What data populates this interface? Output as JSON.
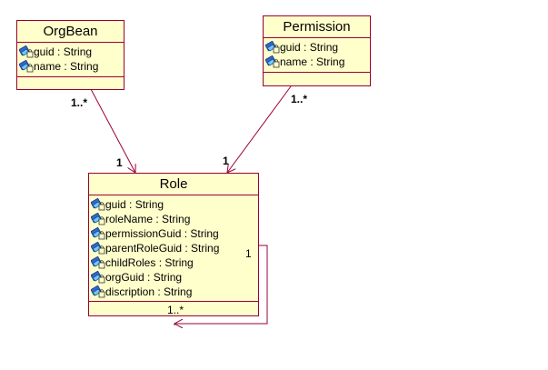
{
  "classes": {
    "orgbean": {
      "name": "OrgBean",
      "attributes": [
        "guid : String",
        "name : String"
      ]
    },
    "permission": {
      "name": "Permission",
      "attributes": [
        "guid : String",
        "name : String"
      ]
    },
    "role": {
      "name": "Role",
      "attributes": [
        "guid : String",
        "roleName : String",
        "permissionGuid : String",
        "parentRoleGuid : String",
        "childRoles : String",
        "orgGuid : String",
        "discription : String"
      ]
    }
  },
  "associations": {
    "orgbean_role": {
      "source_mult": "1..*",
      "target_mult": "1"
    },
    "permission_role": {
      "source_mult": "1..*",
      "target_mult": "1"
    },
    "role_self": {
      "source_mult": "1",
      "target_mult": "1..*"
    }
  },
  "colors": {
    "box_fill": "#ffffcc",
    "box_border": "#990033",
    "line": "#990033",
    "icon_blue": "#3366cc"
  }
}
